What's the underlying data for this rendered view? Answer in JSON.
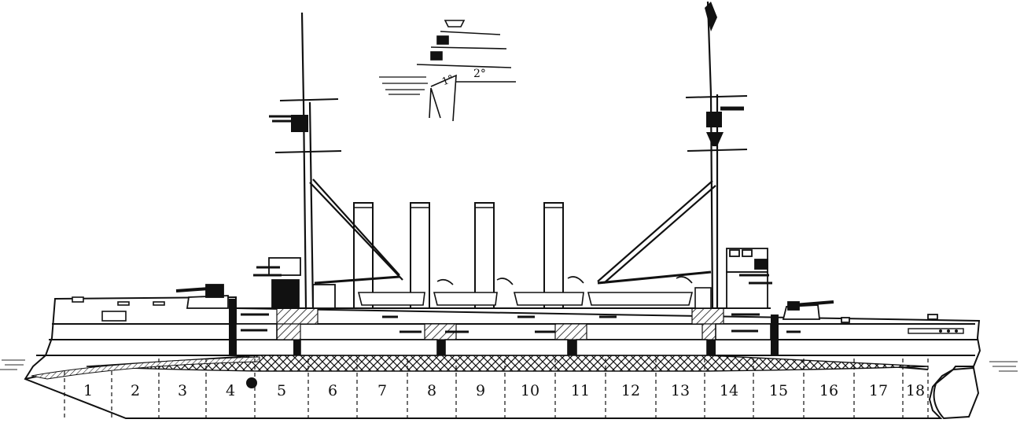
{
  "diagram": {
    "compartment_numbers": [
      "1",
      "2",
      "3",
      "4",
      "5",
      "6",
      "7",
      "8",
      "9",
      "10",
      "11",
      "12",
      "13",
      "14",
      "15",
      "16",
      "17",
      "18"
    ],
    "inset_labels": [
      "1°",
      "2°"
    ],
    "colors": {
      "ink": "#111111",
      "paper": "#ffffff",
      "water": "#555555"
    }
  }
}
